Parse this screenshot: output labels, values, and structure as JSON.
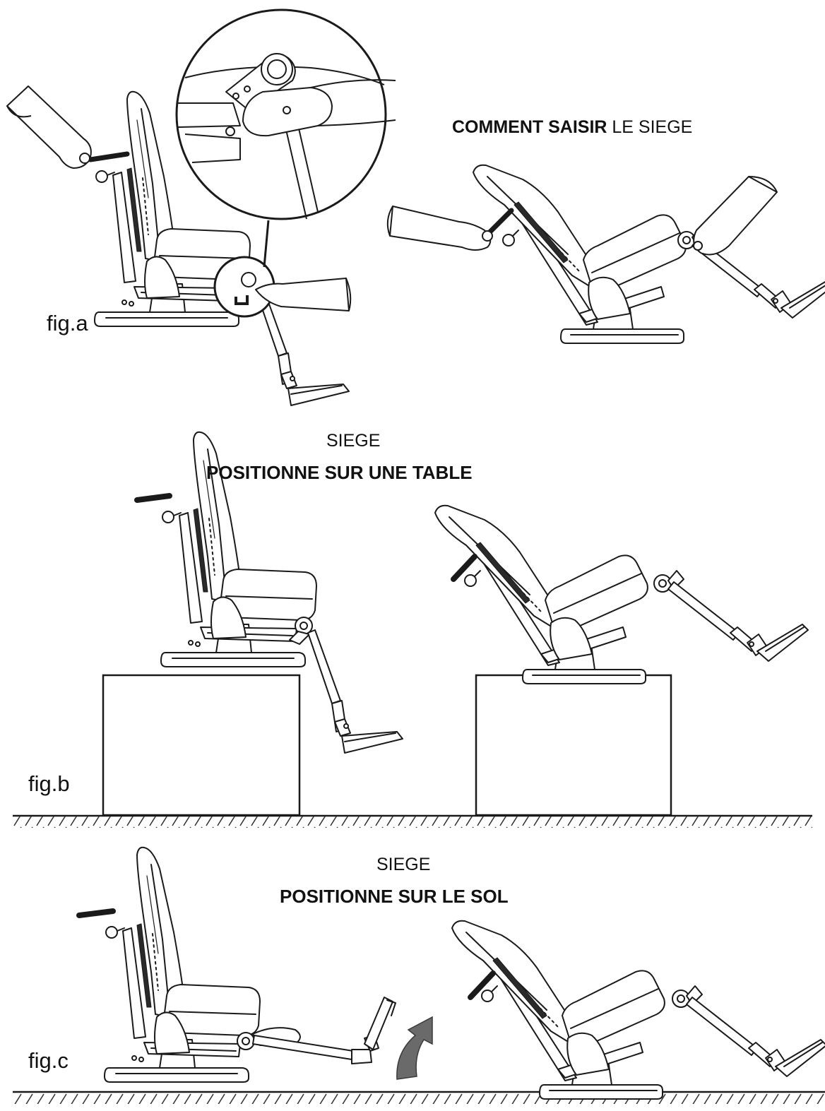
{
  "figure_a": {
    "label": "fig.a",
    "title_bold": "COMMENT SAISIR",
    "title_rest": " LE SIEGE"
  },
  "figure_b": {
    "label": "fig.b",
    "caption_line1": "SIEGE",
    "caption_line2": "POSITIONNE SUR UNE TABLE"
  },
  "figure_c": {
    "label": "fig.c",
    "caption_line1": "SIEGE",
    "caption_line2": "POSITIONNE SUR LE SOL"
  },
  "colors": {
    "line": "#1a1a1a",
    "handle": "#2a2a2a",
    "arrow": "#6a6a6a",
    "background": "#ffffff"
  }
}
